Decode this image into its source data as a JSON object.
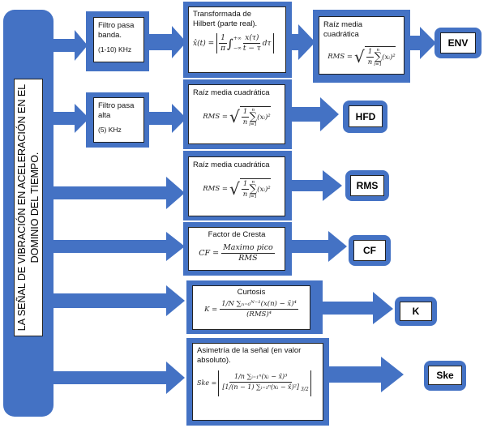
{
  "diagram": {
    "source": {
      "label": "LA SEÑAL DE VIBRACIÓN EN ACELERACIÓN EN EL DOMINIO DEL TIEMPO.",
      "line1": "LA SEÑAL DE VIBRACIÓN EN ACELERACIÓN EN EL",
      "line2": "DOMINIO DEL TIEMPO."
    },
    "filters": [
      {
        "title_line1": "Filtro pasa",
        "title_line2": "banda.",
        "range": "(1-10) KHz"
      },
      {
        "title_line1": "Filtro pasa",
        "title_line2": "alta",
        "range": "(5) KHz"
      }
    ],
    "hilbert": {
      "title_line1": "Transformada de",
      "title_line2": "Hilbert (parte real).",
      "lhs": "x̂(t) =",
      "frac_num": "1",
      "frac_den": "π",
      "integral": "∫",
      "upper": "+∞",
      "lower": "−∞",
      "int_num": "x(τ)",
      "int_den": "t − τ",
      "dtau": "dτ"
    },
    "rms_blocks": [
      {
        "title": "Raíz media cuadrática",
        "lhs": "RMS =",
        "frac_num": "1",
        "frac_den": "n",
        "sum": "∑",
        "sum_top": "n",
        "sum_bottom": "i=1",
        "term": "(xᵢ)²"
      },
      {
        "title": "Raíz media cuadrática",
        "lhs": "RMS =",
        "frac_num": "1",
        "frac_den": "n",
        "sum": "∑",
        "sum_top": "n",
        "sum_bottom": "i=1",
        "term": "(xᵢ)²"
      },
      {
        "title": "Raíz media cuadrática",
        "lhs": "RMS =",
        "frac_num": "1",
        "frac_den": "n",
        "sum": "∑",
        "sum_top": "n",
        "sum_bottom": "i=1",
        "term": "(xᵢ)²"
      }
    ],
    "crest": {
      "title": "Factor de Cresta",
      "lhs": "CF =",
      "num": "Maximo pico",
      "den": "RMS"
    },
    "kurtosis": {
      "title": "Curtosis",
      "lhs": "K =",
      "num": "1/N ∑ₙ₌₀ᴺ⁻¹(x(n) − x̄)⁴",
      "den": "(RMS)⁴"
    },
    "skewness": {
      "title_line1": "Asimetría de la señal (en valor",
      "title_line2": "absoluto).",
      "lhs": "Ske =",
      "num": "1/n ∑ᵢ₌₁ⁿ(xᵢ − x̂)³",
      "den": "[1/(n − 1) ∑ᵢ₌₁ⁿ(xᵢ − x̂)²]",
      "exp": "3/2"
    },
    "outputs": [
      "ENV",
      "HFD",
      "RMS",
      "CF",
      "K",
      "Ske"
    ]
  },
  "colors": {
    "accent": "#4472c4",
    "border": "#222222",
    "background": "#ffffff"
  }
}
